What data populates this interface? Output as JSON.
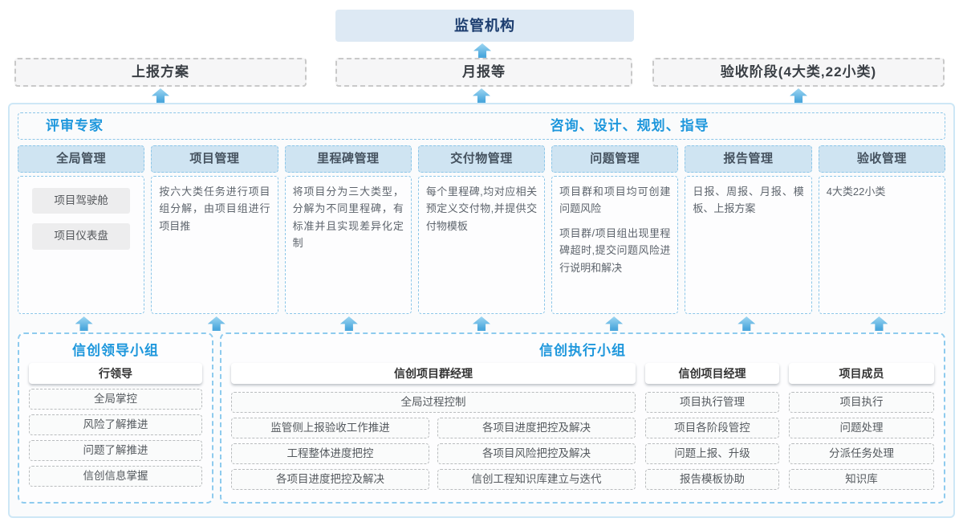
{
  "top": {
    "regulator_label": "监管机构",
    "outputs": [
      "上报方案",
      "月报等",
      "验收阶段(4大类,22小类)"
    ]
  },
  "platform": {
    "left_title": "评审专家",
    "right_title": "咨询、设计、规划、指导",
    "modules": [
      {
        "title": "全局管理",
        "pills": [
          "项目驾驶舱",
          "项目仪表盘"
        ]
      },
      {
        "title": "项目管理",
        "paragraphs": [
          "按六大类任务进行项目组分解，由项目组进行项目推"
        ]
      },
      {
        "title": "里程碑管理",
        "paragraphs": [
          "将项目分为三大类型，分解为不同里程碑，有标准并且实现差异化定制"
        ]
      },
      {
        "title": "交付物管理",
        "paragraphs": [
          "每个里程碑,均对应相关预定义交付物,并提供交付物模板"
        ]
      },
      {
        "title": "问题管理",
        "paragraphs": [
          "项目群和项目均可创建问题风险",
          "项目群/项目组出现里程碑超时,提交问题风险进行说明和解决"
        ]
      },
      {
        "title": "报告管理",
        "paragraphs": [
          "日报、周报、月报、模板、上报方案"
        ]
      },
      {
        "title": "验收管理",
        "paragraphs": [
          "4大类22小类"
        ]
      }
    ]
  },
  "groups": {
    "leadership": {
      "title": "信创领导小组",
      "role": "行领导",
      "items": [
        "全局掌控",
        "风险了解推进",
        "问题了解推进",
        "信创信息掌握"
      ]
    },
    "execution": {
      "title": "信创执行小组",
      "program_manager": {
        "role": "信创项目群经理",
        "top_item": "全局过程控制",
        "left_items": [
          "监管侧上报验收工作推进",
          "工程整体进度把控",
          "各项目进度把控及解决"
        ],
        "right_items": [
          "各项目进度把控及解决",
          "各项目风险把控及解决",
          "信创工程知识库建立与迭代"
        ]
      },
      "project_manager": {
        "role": "信创项目经理",
        "items": [
          "项目执行管理",
          "项目各阶段管控",
          "问题上报、升级",
          "报告模板协助"
        ]
      },
      "member": {
        "role": "项目成员",
        "items": [
          "项目执行",
          "问题处理",
          "分派任务处理",
          "知识库"
        ]
      }
    }
  },
  "colors": {
    "accent_blue": "#1e97dc",
    "arrow_blue": "#4da8dd",
    "module_header_fill": "#cfe4f2",
    "dashed_blue": "#8cc6e8",
    "regulator_fill": "#dde9f4",
    "regulator_text": "#1b3c6e"
  }
}
